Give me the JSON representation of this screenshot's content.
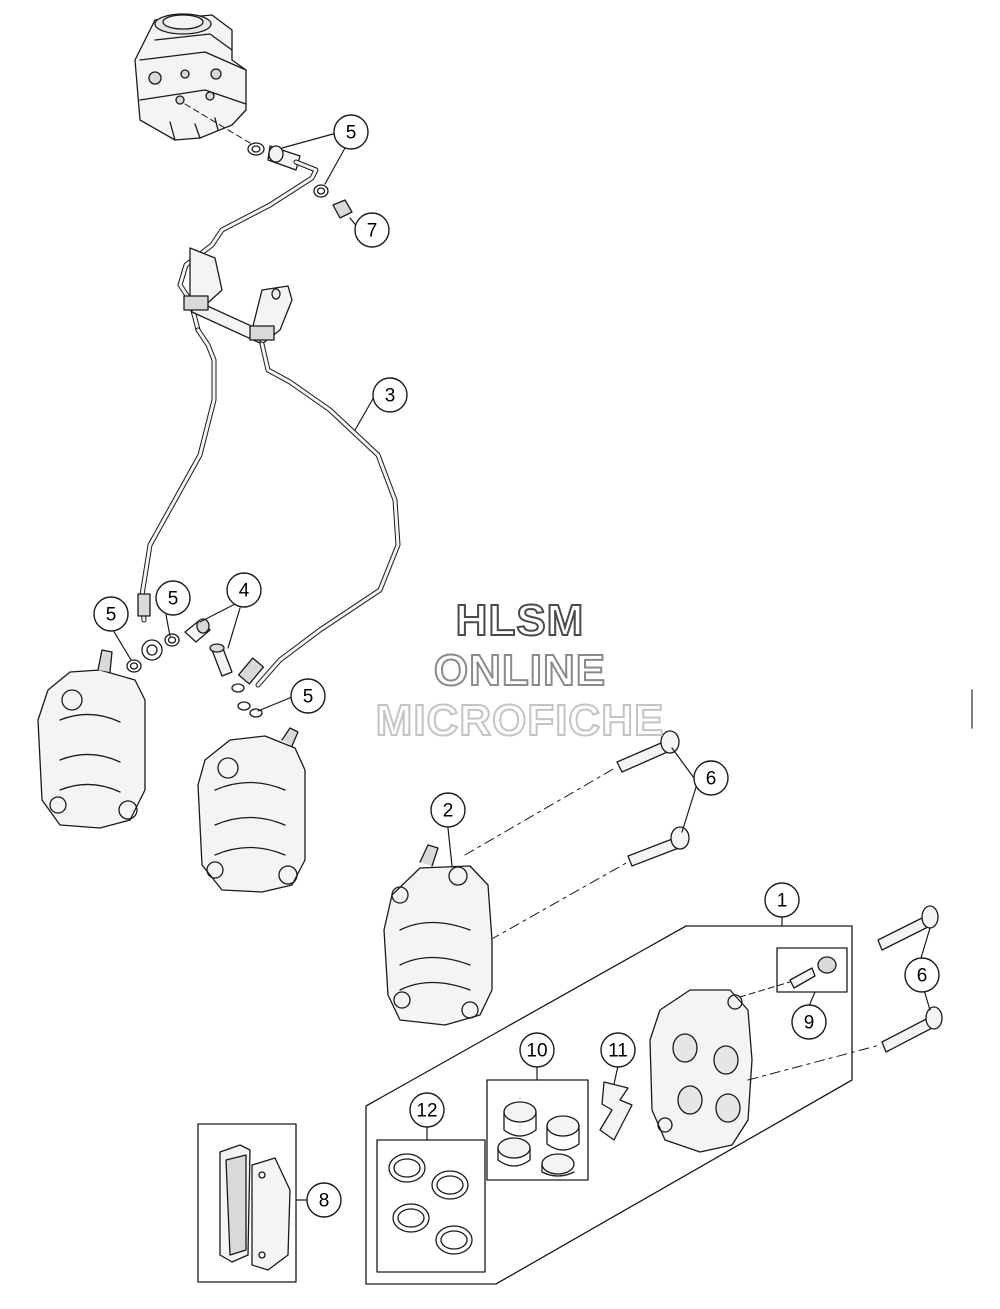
{
  "watermark": {
    "line1": "HLSM",
    "line2": "ONLINE",
    "line3": "MICROFICHE"
  },
  "callouts": [
    {
      "id": "c5a",
      "label": "5"
    },
    {
      "id": "c7",
      "label": "7"
    },
    {
      "id": "c3",
      "label": "3"
    },
    {
      "id": "c4",
      "label": "4"
    },
    {
      "id": "c5b",
      "label": "5"
    },
    {
      "id": "c5c",
      "label": "5"
    },
    {
      "id": "c5d",
      "label": "5"
    },
    {
      "id": "c6a",
      "label": "6"
    },
    {
      "id": "c2",
      "label": "2"
    },
    {
      "id": "c1",
      "label": "1"
    },
    {
      "id": "c6b",
      "label": "6"
    },
    {
      "id": "c9",
      "label": "9"
    },
    {
      "id": "c10",
      "label": "10"
    },
    {
      "id": "c11",
      "label": "11"
    },
    {
      "id": "c12",
      "label": "12"
    },
    {
      "id": "c8",
      "label": "8"
    }
  ],
  "colors": {
    "line": "#1a1a1a",
    "part_fill": "#f4f4f4",
    "part_shade": "#d9d9d9"
  }
}
